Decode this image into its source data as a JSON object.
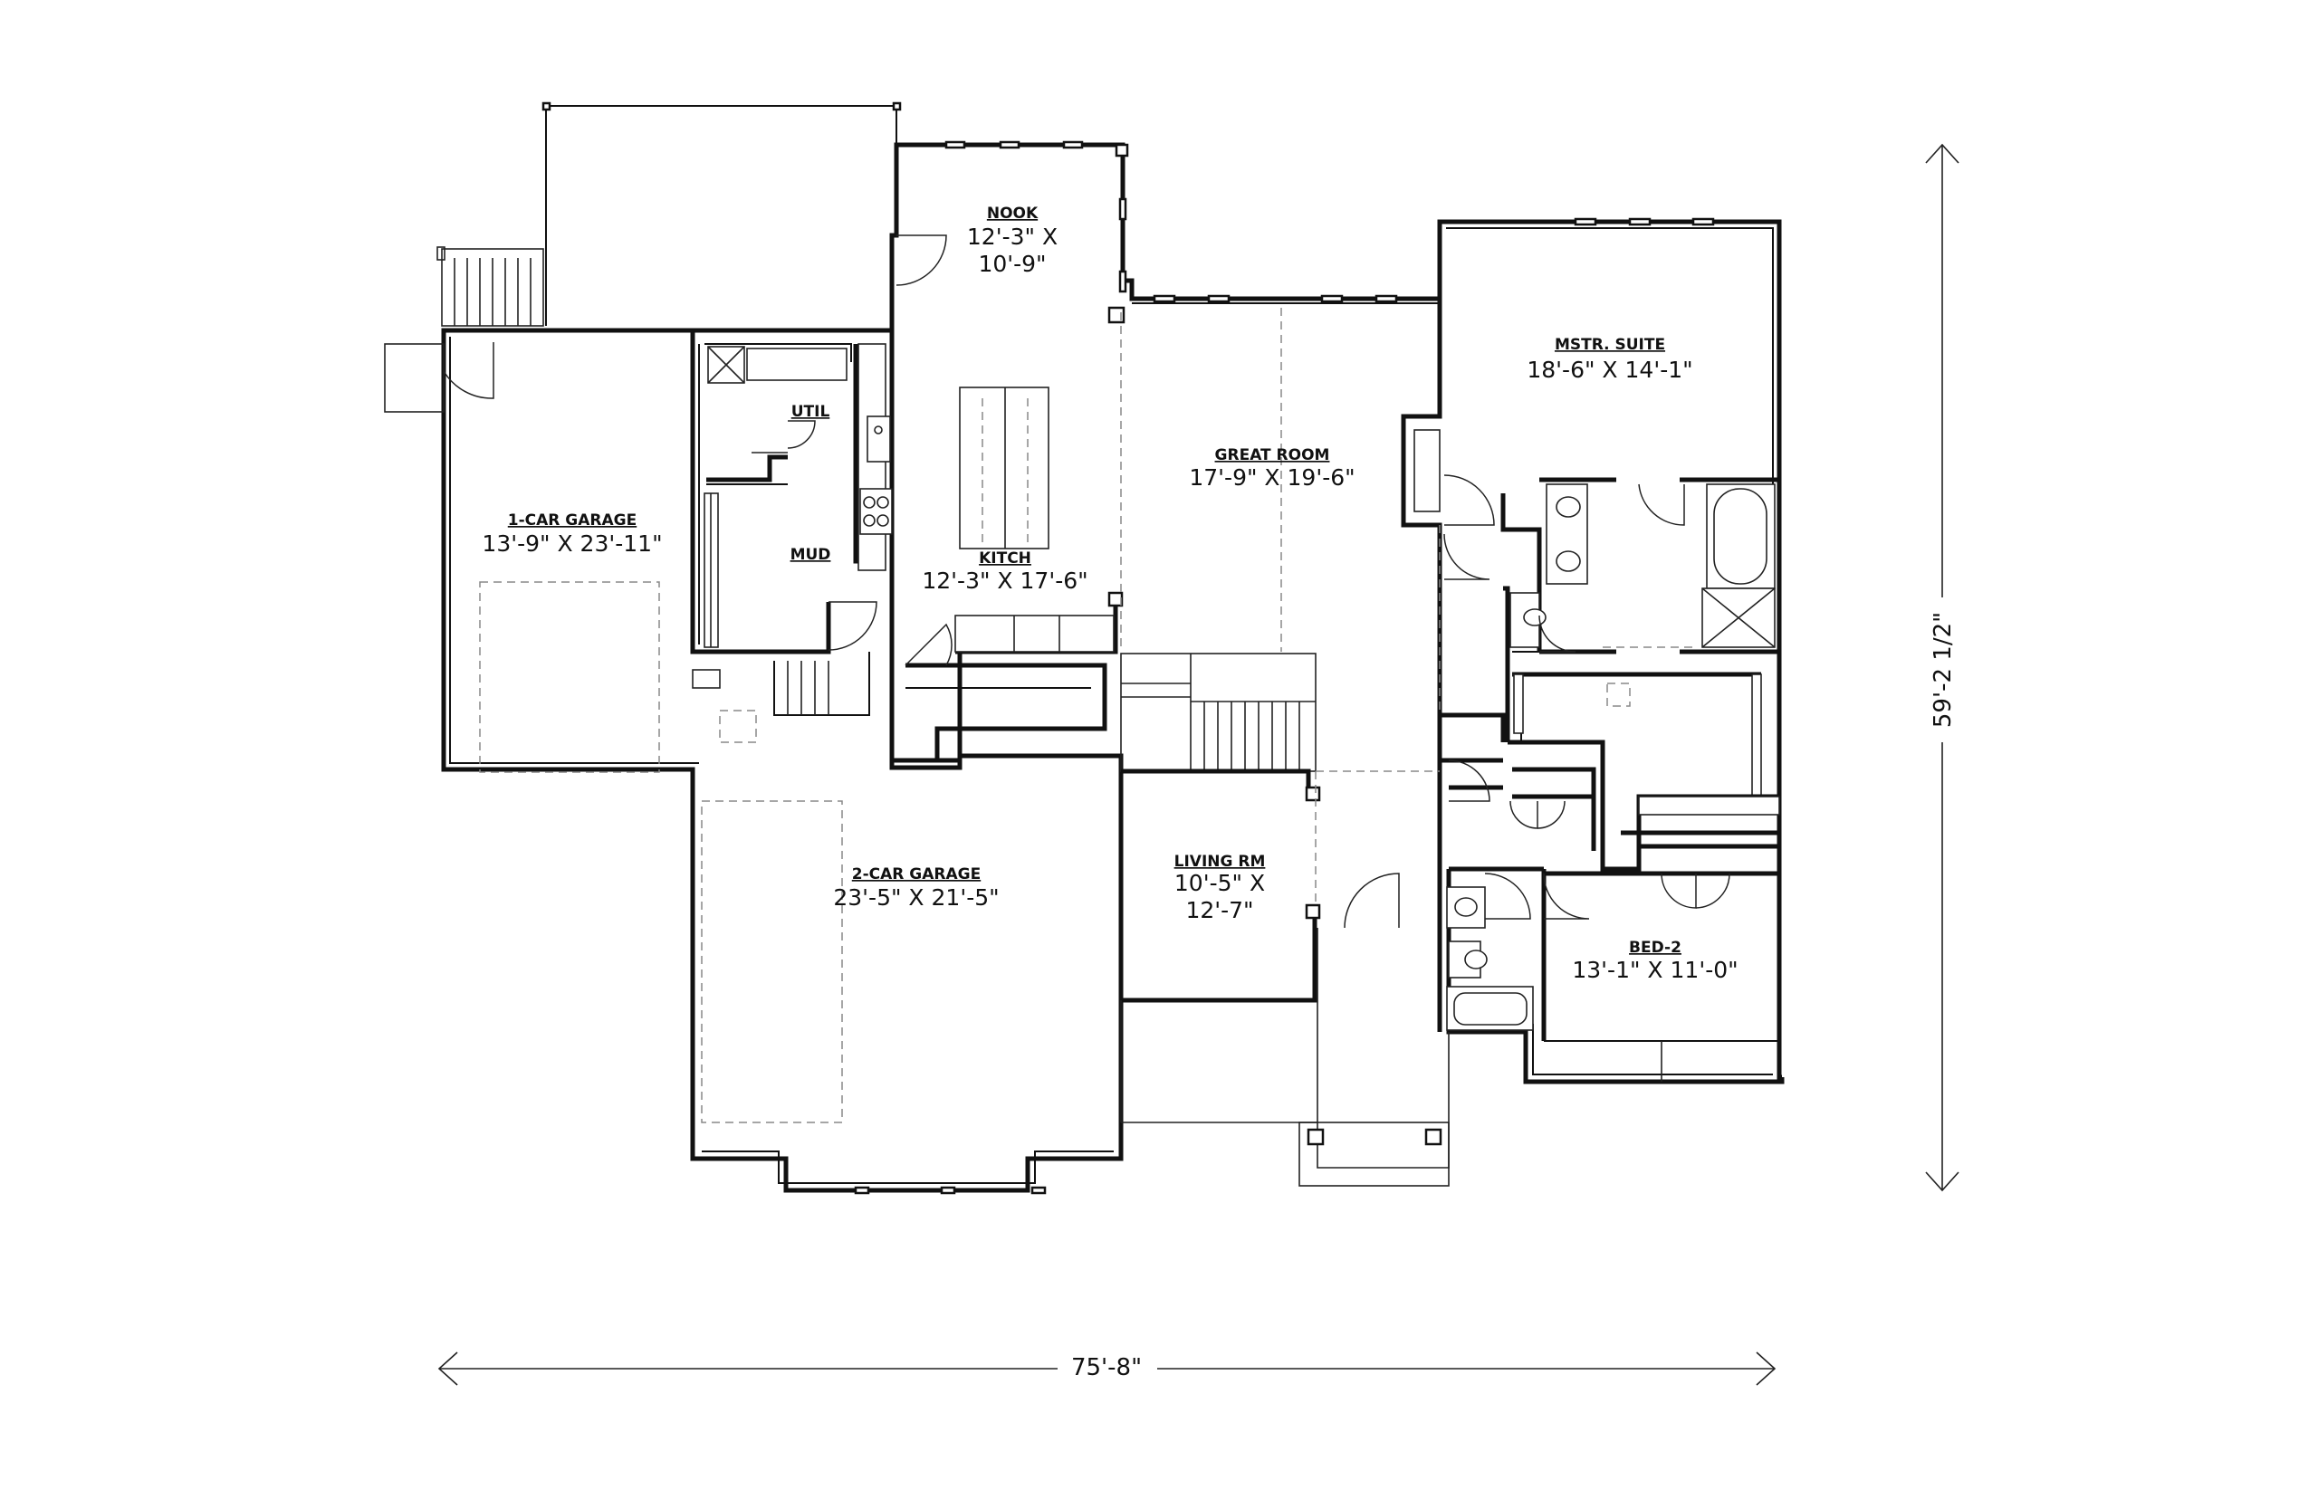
{
  "rooms": [
    {
      "name": "NOOK",
      "dims_line1": "12'-3\" X",
      "dims_line2": "10'-9\""
    },
    {
      "name": "UTIL"
    },
    {
      "name": "MUD"
    },
    {
      "name": "1-CAR GARAGE",
      "dims": "13'-9\" X 23'-11\""
    },
    {
      "name": "KITCH",
      "dims": "12'-3\" X 17'-6\""
    },
    {
      "name": "GREAT ROOM",
      "dims": "17'-9\" X 19'-6\""
    },
    {
      "name": "MSTR. SUITE",
      "dims": "18'-6\" X 14'-1\""
    },
    {
      "name": "2-CAR GARAGE",
      "dims": "23'-5\" X 21'-5\""
    },
    {
      "name": "LIVING RM",
      "dims_line1": "10'-5\" X",
      "dims_line2": "12'-7\""
    },
    {
      "name": "BED-2",
      "dims": "13'-1\" X 11'-0\""
    }
  ],
  "dimensions": {
    "overall_width": "75'-8\"",
    "overall_depth": "59'-2 1/2\""
  },
  "colors": {
    "ink": "#111111",
    "background": "#ffffff",
    "dashed": "#888888"
  }
}
